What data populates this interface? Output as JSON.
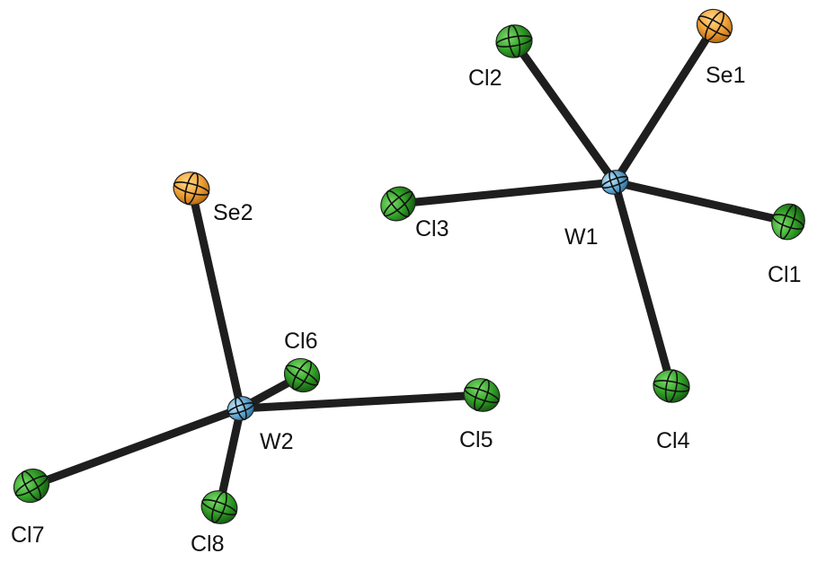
{
  "colors": {
    "background": "#ffffff",
    "bond": "#1e1e1e",
    "chlorine": "#35a32a",
    "selenium": "#f2a43a",
    "tungsten": "#6aaed6"
  },
  "molecules": [
    {
      "center": "W1",
      "atoms": [
        {
          "id": "W1",
          "label": "W1",
          "element": "W"
        },
        {
          "id": "Se1",
          "label": "Se1",
          "element": "Se"
        },
        {
          "id": "Cl1",
          "label": "Cl1",
          "element": "Cl"
        },
        {
          "id": "Cl2",
          "label": "Cl2",
          "element": "Cl"
        },
        {
          "id": "Cl3",
          "label": "Cl3",
          "element": "Cl"
        },
        {
          "id": "Cl4",
          "label": "Cl4",
          "element": "Cl"
        }
      ],
      "bonds": [
        [
          "W1",
          "Se1"
        ],
        [
          "W1",
          "Cl1"
        ],
        [
          "W1",
          "Cl2"
        ],
        [
          "W1",
          "Cl3"
        ],
        [
          "W1",
          "Cl4"
        ]
      ]
    },
    {
      "center": "W2",
      "atoms": [
        {
          "id": "W2",
          "label": "W2",
          "element": "W"
        },
        {
          "id": "Se2",
          "label": "Se2",
          "element": "Se"
        },
        {
          "id": "Cl5",
          "label": "Cl5",
          "element": "Cl"
        },
        {
          "id": "Cl6",
          "label": "Cl6",
          "element": "Cl"
        },
        {
          "id": "Cl7",
          "label": "Cl7",
          "element": "Cl"
        },
        {
          "id": "Cl8",
          "label": "Cl8",
          "element": "Cl"
        }
      ],
      "bonds": [
        [
          "W2",
          "Se2"
        ],
        [
          "W2",
          "Cl5"
        ],
        [
          "W2",
          "Cl6"
        ],
        [
          "W2",
          "Cl7"
        ],
        [
          "W2",
          "Cl8"
        ]
      ]
    }
  ]
}
